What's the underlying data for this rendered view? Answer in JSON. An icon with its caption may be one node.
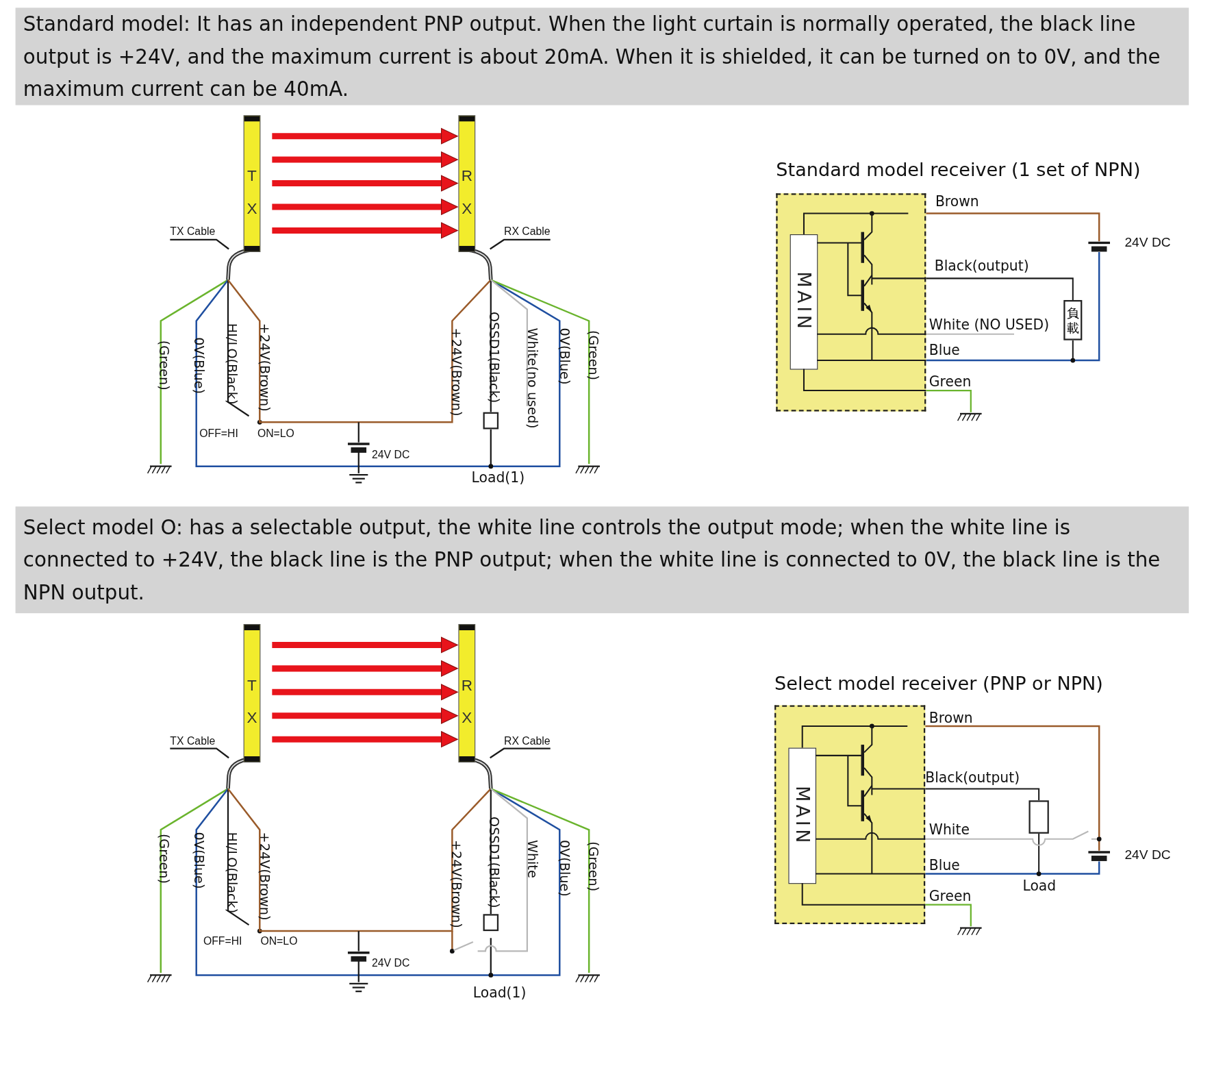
{
  "diagram": {
    "nodes": [
      {
        "text": [
          "Standard model: It has an independent PNP output. When the light curtain is normally operated, the black line output is +24V, and the maximum current is about 20mA. When it is shielded, it can be turned on to 0V, and the maximum current can be 40mA."
        ]
      },
      {
        "text": [
          "T X"
        ]
      },
      {
        "text": [
          "R X"
        ]
      },
      {
        "text": [],
        "shape": "box"
      },
      {
        "text": [
          "Standard model receiver (1 set of NPN)"
        ]
      },
      {
        "text": [
          "MAIN"
        ],
        "in": 4
      },
      {
        "text": [
          "負載"
        ]
      },
      {
        "text": [
          "Select model O: has a selectable output, the white line controls the output mode; when the white line is connected to +24V, the black line is the PNP output; when the white line is connected to 0V, the black line is the NPN output."
        ]
      },
      {
        "text": [
          "T X"
        ]
      },
      {
        "text": [
          "R X"
        ]
      },
      {
        "text": [],
        "shape": "box"
      },
      {
        "text": [
          "Select model receiver (PNP or NPN)"
        ]
      },
      {
        "text": [
          "MAIN"
        ],
        "in": 11
      },
      {
        "text": [],
        "shape": "box",
        "beside": [
          "Load"
        ]
      }
    ],
    "edges": [
      {
        "from": 1,
        "to": 2,
        "arrow": "to"
      },
      {
        "from": 1,
        "to": 2,
        "arrow": "to"
      },
      {
        "from": 1,
        "to": 2,
        "arrow": "to"
      },
      {
        "from": 1,
        "to": 2,
        "arrow": "to"
      },
      {
        "from": 1,
        "to": 2,
        "arrow": "to"
      },
      {
        "from": 8,
        "to": 9,
        "arrow": "to"
      },
      {
        "from": 8,
        "to": 9,
        "arrow": "to"
      },
      {
        "from": 8,
        "to": 9,
        "arrow": "to"
      },
      {
        "from": 8,
        "to": 9,
        "arrow": "to"
      },
      {
        "from": 8,
        "to": 9,
        "arrow": "to"
      }
    ],
    "labels": [
      "TX Cable",
      "RX Cable",
      "(Green)",
      "0V(Blue)",
      "HI/LO(Black)",
      "+24V(Brown)",
      "+24V(Brown)",
      "OSSD1(Black)",
      "White(no used)",
      "0V(Blue)",
      "(Green)",
      "OFF=HI",
      "ON=LO",
      "24V DC",
      "Load(1)",
      "Brown",
      "24V DC",
      "Black(output)",
      "White (NO USED)",
      "Blue",
      "Green",
      "TX Cable",
      "RX Cable",
      "(Green)",
      "0V(Blue)",
      "HI/LO(Black)",
      "+24V(Brown)",
      "+24V(Brown)",
      "OSSD1(Black)",
      "White",
      "0V(Blue)",
      "(Green)",
      "OFF=HI",
      "ON=LO",
      "24V DC",
      "Load(1)",
      "Brown",
      "Black(output)",
      "White",
      "Blue",
      "Green",
      "24V DC"
    ]
  }
}
